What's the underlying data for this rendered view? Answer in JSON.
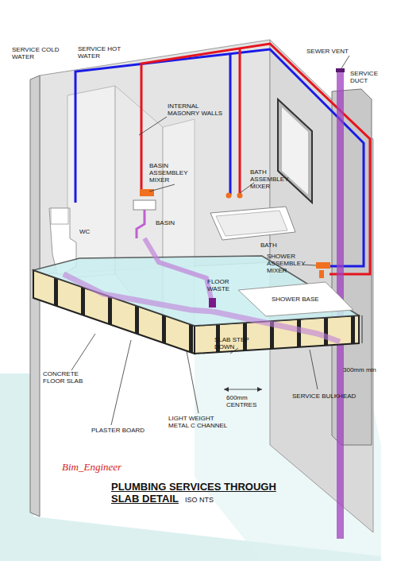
{
  "diagram": {
    "title": "PLUMBING SERVICES THROUGH SLAB DETAIL",
    "labels": [
      "SERVICE COLD WATER",
      "SERVICE HOT WATER",
      "SEWER VENT",
      "SERVICE DUCT",
      "INTERNAL MASONRY WALLS",
      "BASIN ASSEMBLEY MIXER",
      "BATH ASSEMBLEY MIXER",
      "WC",
      "BASIN",
      "BATH",
      "SHOWER ASSEMBLEY MIXER",
      "FLOOR WASTE",
      "SHOWER BASE",
      "SLAB STEP DOWN",
      "CONCRETE FLOOR SLAB",
      "300mm min",
      "SERVICE BULKHEAD",
      "600mm CENTRES",
      "PLASTER BOARD",
      "LIGHT WEIGHT METAL C CHANNEL",
      "Bim_Engineer",
      "ISO NTS"
    ]
  }
}
